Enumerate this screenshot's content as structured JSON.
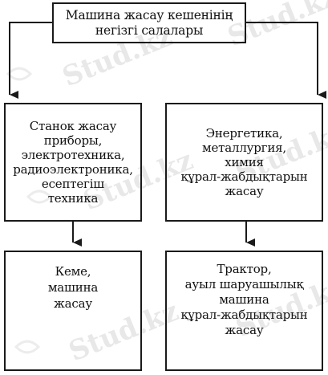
{
  "diagram": {
    "top": {
      "text": "Машина жасау кешенінің\nнегізгі салалары"
    },
    "left": {
      "text": "Станок жасау\nприборы,\nэлектротехника,\nрадиоэлектроника,\nесептегіш\nтехника"
    },
    "right": {
      "text": "Энергетика,\nметаллургия,\nхимия\nқұрал-жабдықтарын\nжасау"
    },
    "left_bottom": {
      "text": "Кеме,\nмашина\nжасау"
    },
    "right_bottom": {
      "text": "Трактор,\nауыл шаруашылық\nмашина\nқұрал-жабдықтарын\nжасау"
    }
  },
  "watermark": {
    "text": "Stud.kz",
    "color": "#e6e6e6"
  }
}
